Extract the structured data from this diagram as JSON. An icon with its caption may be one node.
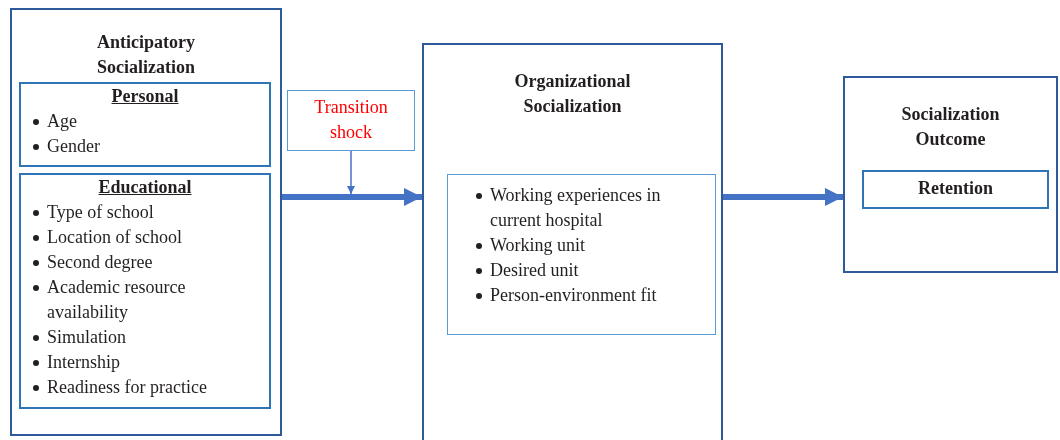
{
  "diagram": {
    "nodes": [
      {
        "text": [
          "Anticipatory Socialization"
        ]
      },
      {
        "text": [
          "Personal",
          "Age",
          "Gender"
        ],
        "in": 0
      },
      {
        "text": [
          "Educational",
          "Type of school",
          "Location of school",
          "Second degree",
          "Academic resource availability",
          "Simulation",
          "Internship",
          "Readiness for practice"
        ],
        "in": 0
      },
      {
        "text": [
          "Transition shock"
        ]
      },
      {
        "text": [
          "Organizational Socialization"
        ]
      },
      {
        "text": [
          "Working experiences in current hospital",
          "Working unit",
          "Desired unit",
          "Person-environment fit"
        ],
        "in": 4
      },
      {
        "text": [
          "Socialization Outcome"
        ]
      },
      {
        "text": [
          "Retention"
        ],
        "in": 6
      }
    ],
    "edges": [
      {
        "from": 0,
        "to": 4,
        "arrow": "to"
      },
      {
        "from": 4,
        "to": 6,
        "arrow": "to"
      },
      {
        "from": 3,
        "to": null,
        "arrow": "to"
      }
    ]
  }
}
